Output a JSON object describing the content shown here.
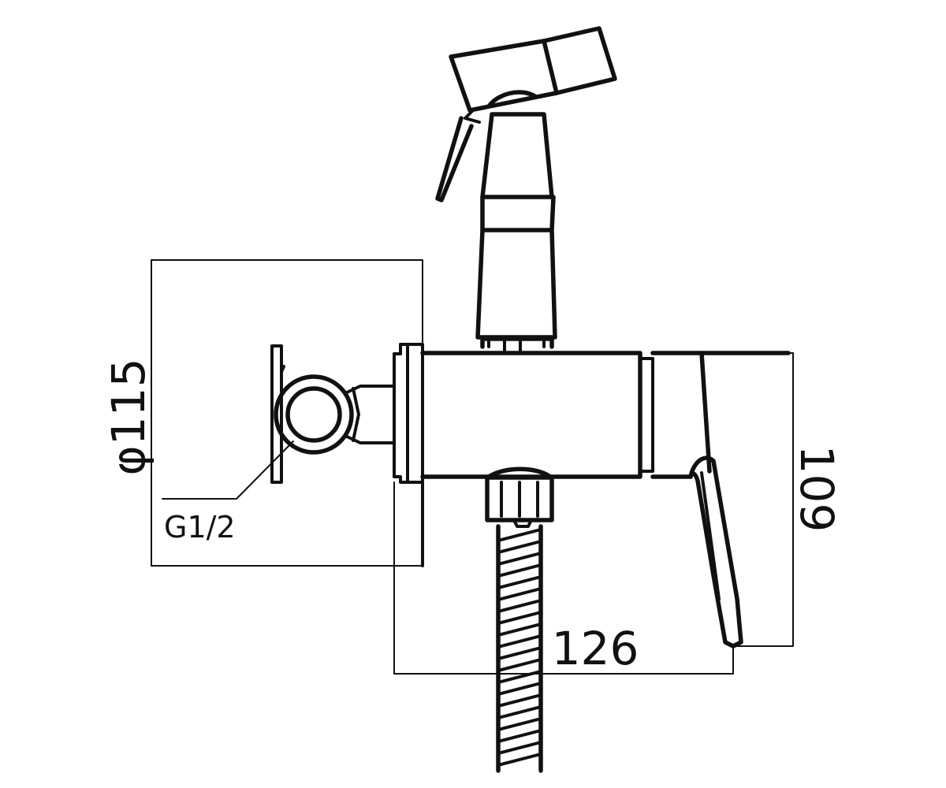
{
  "drawing": {
    "dimensions": {
      "diameter": "φ115",
      "thread": "G1/2",
      "depth": "126",
      "height": "109"
    }
  }
}
